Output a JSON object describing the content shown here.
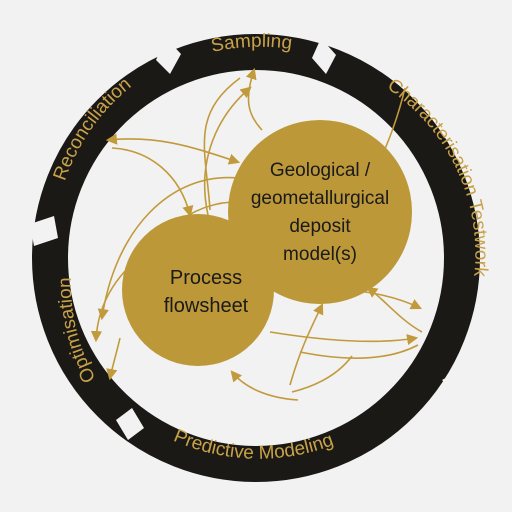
{
  "colors": {
    "background": "#f2f2f2",
    "ring": "#1b1916",
    "gold": "#bd9838",
    "ring_text": "#c8a248",
    "circle_text": "#1a1a1a",
    "arrow": "#c19a3c"
  },
  "cycle_stages": [
    {
      "id": "sampling",
      "label": "Sampling"
    },
    {
      "id": "characterisation",
      "label": "Characterisation Testwork"
    },
    {
      "id": "predictive-modeling",
      "label": "Predictive Modeling"
    },
    {
      "id": "optimisation",
      "label": "Optimisation"
    },
    {
      "id": "reconciliation",
      "label": "Reconciliation"
    }
  ],
  "nodes": {
    "geological": {
      "lines": [
        "Geological /",
        "geometallurgical",
        "deposit",
        "model(s)"
      ]
    },
    "process": {
      "lines": [
        "Process",
        "flowsheet"
      ]
    }
  }
}
